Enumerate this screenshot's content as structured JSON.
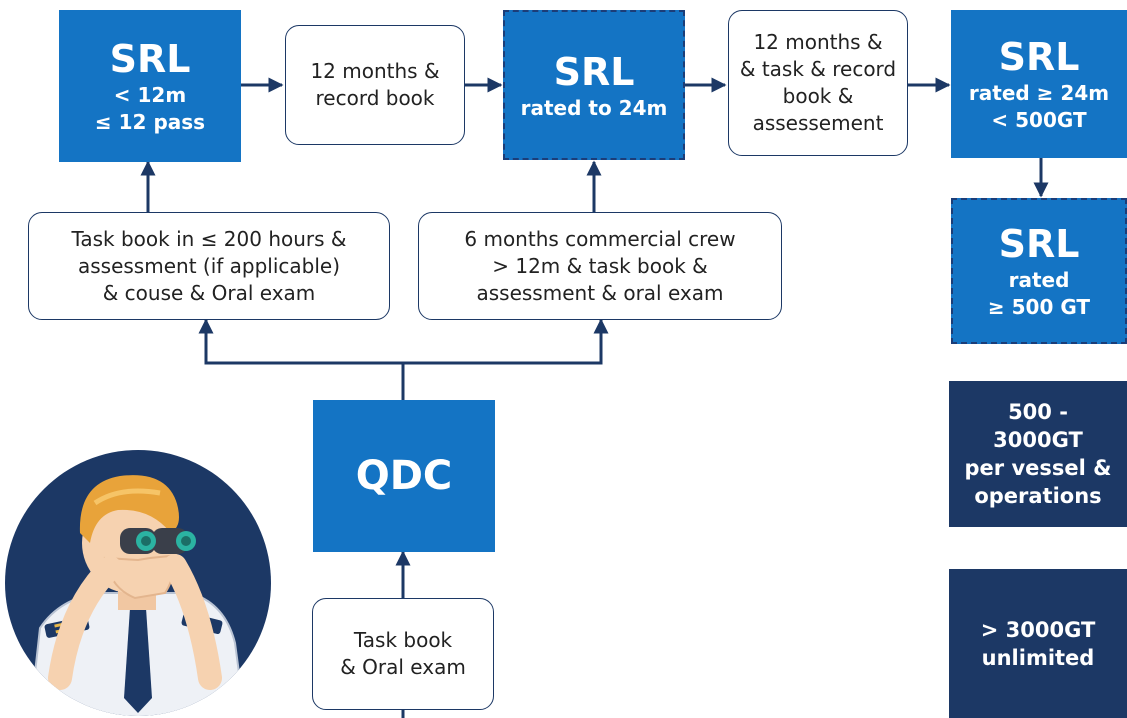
{
  "srl1": {
    "title": "SRL",
    "line1": "< 12m",
    "line2": "≤ 12 pass"
  },
  "req1": {
    "line1": "12 months &",
    "line2": "record book"
  },
  "srl2": {
    "title": "SRL",
    "line1": "rated to 24m"
  },
  "req2": {
    "line1": "12 months &",
    "line2": "& task & record",
    "line3": "book &",
    "line4": "assessement"
  },
  "srl3": {
    "title": "SRL",
    "line1": "rated ≥ 24m",
    "line2": "< 500GT"
  },
  "srl4": {
    "title": "SRL",
    "line1": "rated",
    "line2": "≥ 500 GT"
  },
  "req_left": {
    "line1": "Task book in ≤ 200 hours &",
    "line2": "assessment (if applicable)",
    "line3": "& couse & Oral exam"
  },
  "req_mid": {
    "line1": "6 months commercial crew",
    "line2": "> 12m & task book &",
    "line3": "assessment & oral exam"
  },
  "qdc": {
    "title": "QDC"
  },
  "req_bottom": {
    "line1": "Task book",
    "line2": "& Oral exam"
  },
  "tier1": {
    "line1": "500 -",
    "line2": "3000GT",
    "line3": "per vessel &",
    "line4": "operations"
  },
  "tier2": {
    "line1": "> 3000GT",
    "line2": "unlimited"
  },
  "colors": {
    "blue": "#1474c4",
    "navy": "#1c3865",
    "line": "#1c3865"
  }
}
